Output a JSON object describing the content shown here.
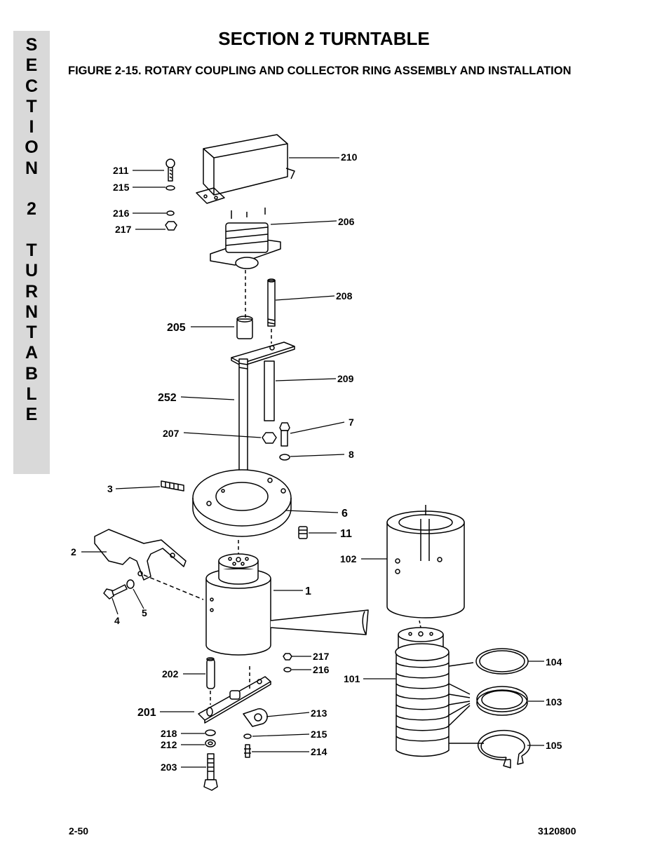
{
  "side_tab": {
    "letters": [
      "S",
      "E",
      "C",
      "T",
      "I",
      "O",
      "N",
      " ",
      "2",
      " ",
      "T",
      "U",
      "R",
      "N",
      "T",
      "A",
      "B",
      "L",
      "E"
    ]
  },
  "header": {
    "section_title": "SECTION 2  TURNTABLE",
    "figure_title": "FIGURE 2-15.  ROTARY COUPLING AND COLLECTOR RING ASSEMBLY AND INSTALLATION"
  },
  "callouts": {
    "c210": "210",
    "c211": "211",
    "c215a": "215",
    "c216a": "216",
    "c217a": "217",
    "c206": "206",
    "c208": "208",
    "c205": "205",
    "c209": "209",
    "c252": "252",
    "c207": "207",
    "c7": "7",
    "c8": "8",
    "c3": "3",
    "c6": "6",
    "c11": "11",
    "c2": "2",
    "c4": "4",
    "c5": "5",
    "c1": "1",
    "c102": "102",
    "c217b": "217",
    "c216b": "216",
    "c202": "202",
    "c101": "101",
    "c104": "104",
    "c103": "103",
    "c105": "105",
    "c201": "201",
    "c213": "213",
    "c218": "218",
    "c212": "212",
    "c215b": "215",
    "c214": "214",
    "c203": "203"
  },
  "footer": {
    "page_number": "2-50",
    "document_number": "3120800"
  }
}
